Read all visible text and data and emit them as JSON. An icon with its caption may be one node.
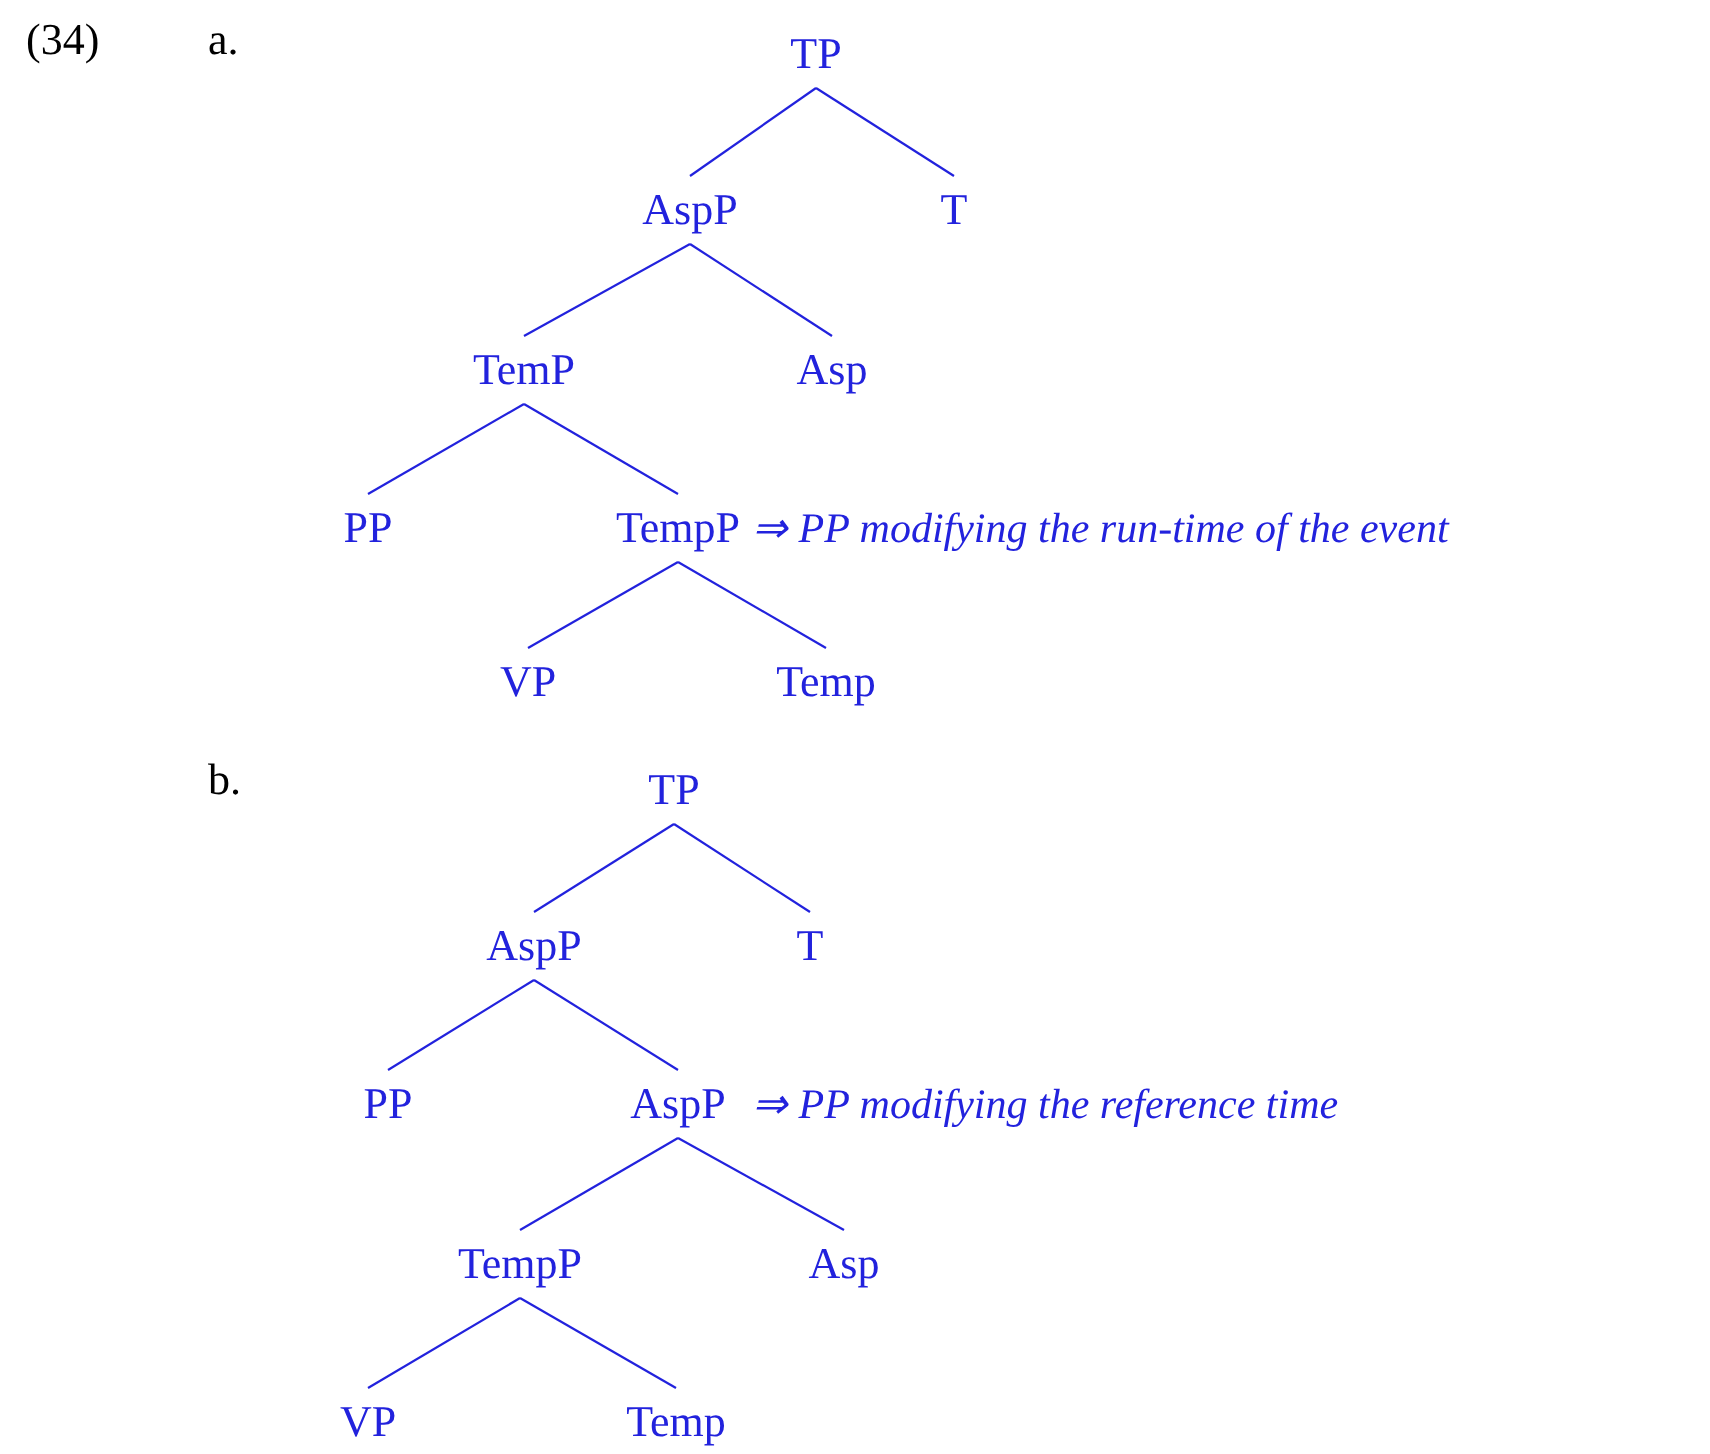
{
  "diagram": {
    "nodes": [
      {
        "text": [
          "TP"
        ]
      },
      {
        "text": [
          "AspP"
        ]
      },
      {
        "text": [
          "T"
        ]
      },
      {
        "text": [
          "TemP"
        ]
      },
      {
        "text": [
          "Asp"
        ]
      },
      {
        "text": [
          "PP"
        ]
      },
      {
        "text": [
          "TempP"
        ],
        "beside": [
          "⇒ PP modifying the run-time of the event"
        ]
      },
      {
        "text": [
          "VP"
        ]
      },
      {
        "text": [
          "Temp"
        ]
      },
      {
        "text": [
          "TP"
        ]
      },
      {
        "text": [
          "AspP"
        ]
      },
      {
        "text": [
          "T"
        ]
      },
      {
        "text": [
          "PP"
        ]
      },
      {
        "text": [
          "AspP"
        ],
        "beside": [
          "⇒ PP modifying the reference time"
        ]
      },
      {
        "text": [
          "TempP"
        ]
      },
      {
        "text": [
          "Asp"
        ]
      },
      {
        "text": [
          "VP"
        ]
      },
      {
        "text": [
          "Temp"
        ]
      }
    ],
    "edges": [
      {
        "from": 0,
        "to": 1,
        "arrow": "none"
      },
      {
        "from": 0,
        "to": 2,
        "arrow": "none"
      },
      {
        "from": 1,
        "to": 3,
        "arrow": "none"
      },
      {
        "from": 1,
        "to": 4,
        "arrow": "none"
      },
      {
        "from": 3,
        "to": 5,
        "arrow": "none"
      },
      {
        "from": 3,
        "to": 6,
        "arrow": "none"
      },
      {
        "from": 6,
        "to": 7,
        "arrow": "none"
      },
      {
        "from": 6,
        "to": 8,
        "arrow": "none"
      },
      {
        "from": 9,
        "to": 10,
        "arrow": "none"
      },
      {
        "from": 9,
        "to": 11,
        "arrow": "none"
      },
      {
        "from": 10,
        "to": 12,
        "arrow": "none"
      },
      {
        "from": 10,
        "to": 13,
        "arrow": "none"
      },
      {
        "from": 13,
        "to": 14,
        "arrow": "none"
      },
      {
        "from": 13,
        "to": 15,
        "arrow": "none"
      },
      {
        "from": 14,
        "to": 16,
        "arrow": "none"
      },
      {
        "from": 14,
        "to": 17,
        "arrow": "none"
      }
    ],
    "labels": [
      "(34)",
      "a.",
      "b."
    ]
  }
}
